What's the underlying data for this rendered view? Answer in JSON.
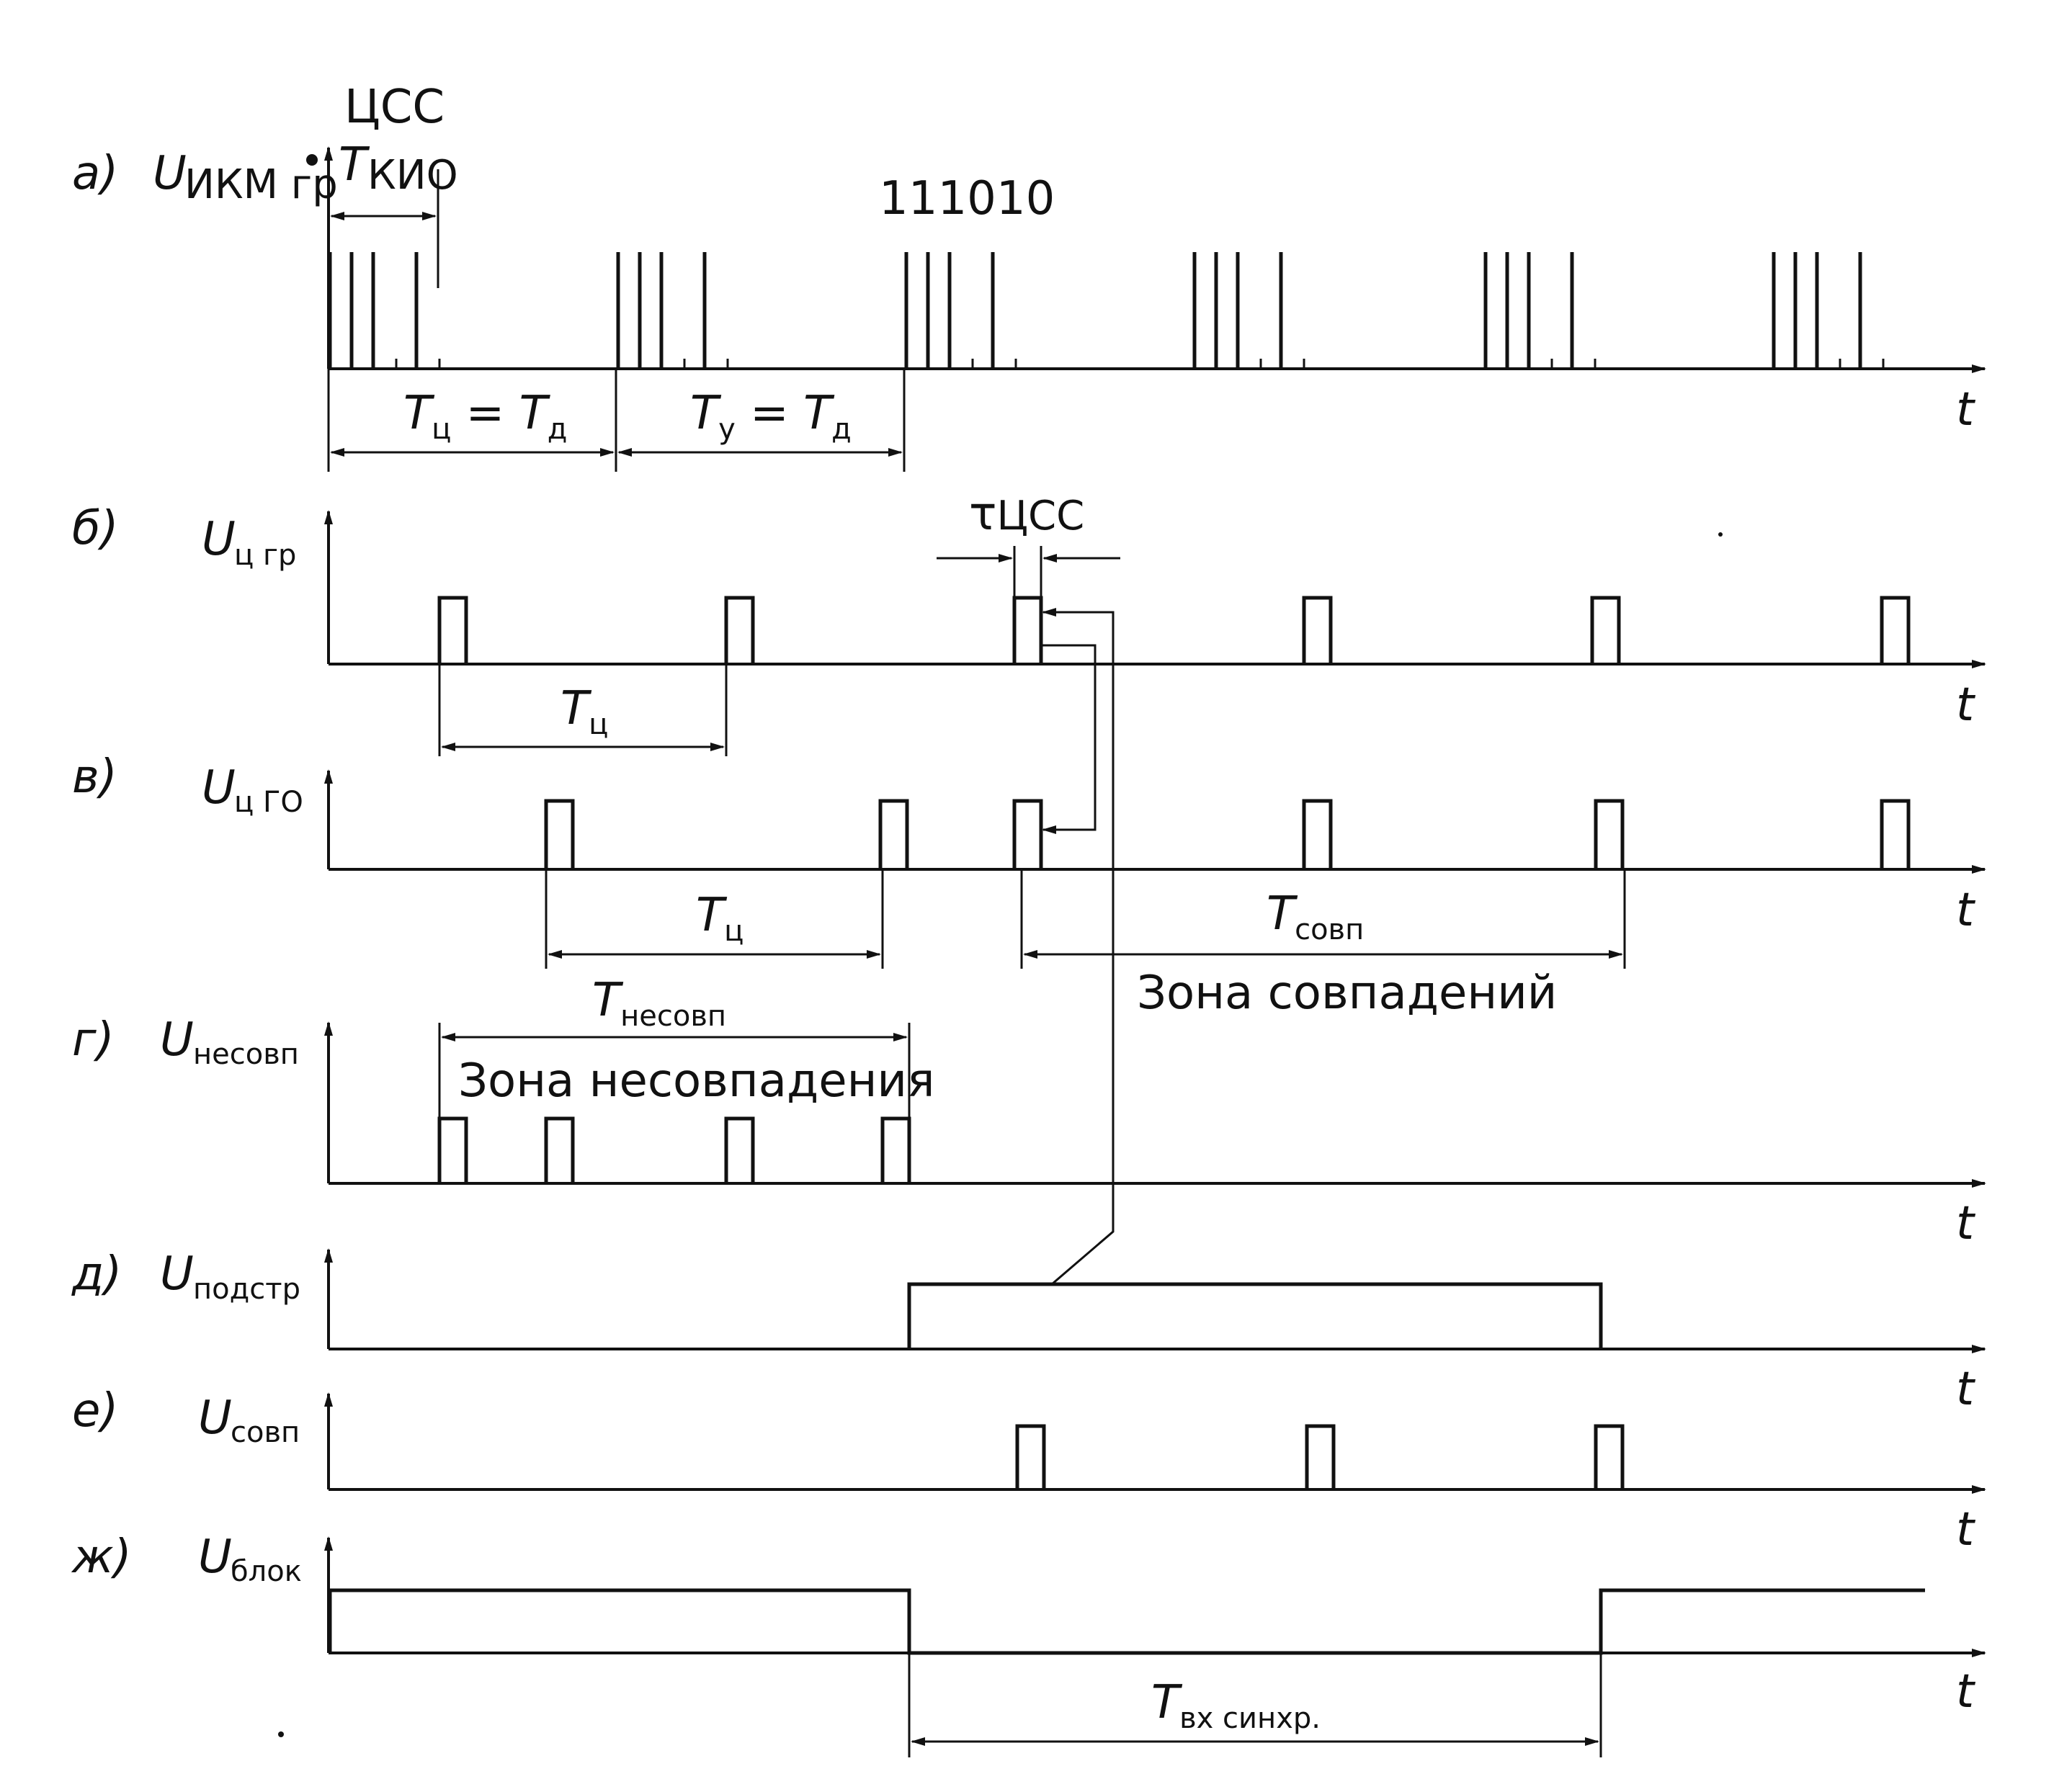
{
  "signals": [
    {
      "id": "a",
      "letter": "а)",
      "name": "U",
      "sub": "ИКМ гр"
    },
    {
      "id": "b",
      "letter": "б)",
      "name": "U",
      "sub": "ц гр"
    },
    {
      "id": "v",
      "letter": "в)",
      "name": "U",
      "sub": "ц ГО"
    },
    {
      "id": "g",
      "letter": "г)",
      "name": "U",
      "sub": "несовп"
    },
    {
      "id": "d",
      "letter": "д)",
      "name": "U",
      "sub": "подстр"
    },
    {
      "id": "e",
      "letter": "е)",
      "name": "U",
      "sub": "совп"
    },
    {
      "id": "zh",
      "letter": "ж)",
      "name": "U",
      "sub": "блок"
    }
  ],
  "axis_label": "t",
  "annotations": {
    "css_label": "ЦСС",
    "kio": {
      "main": "T",
      "sub": "КИО"
    },
    "code_word": "111010",
    "tc_eq_td": {
      "t1": "T",
      "s1": "ц",
      "eq": " = ",
      "t2": "T",
      "s2": "д"
    },
    "ty_eq_td": {
      "t1": "T",
      "s1": "у",
      "eq": " = ",
      "t2": "T",
      "s2": "д"
    },
    "tau_css": {
      "main": "τ",
      "sub": "ЦСС"
    },
    "tc_b": {
      "main": "T",
      "sub": "ц"
    },
    "tc_v": {
      "main": "T",
      "sub": "ц"
    },
    "tsovp": {
      "main": "T",
      "sub": "совп"
    },
    "zone_sovp": "Зона совпадений",
    "tnesovp": {
      "main": "T",
      "sub": "несовп"
    },
    "zone_nesovp": "Зона несовпадения",
    "tvx": {
      "main": "T",
      "sub": "вх синхр."
    }
  }
}
